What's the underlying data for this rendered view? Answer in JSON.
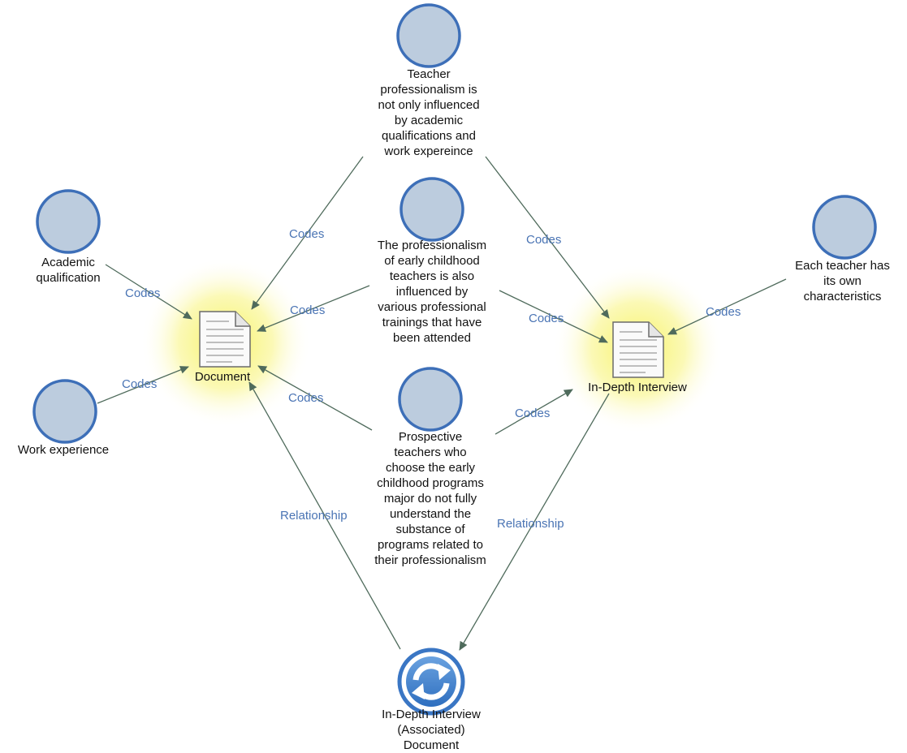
{
  "colors": {
    "circle_fill": "#bcccde",
    "circle_stroke": "#3d6fb8",
    "edge": "#4f6b5c",
    "edge_label": "#4a74b4",
    "glow": "#f6f25a"
  },
  "nodes": {
    "teacher_professionalism": "Teacher\nprofessionalism is\nnot only influenced\nby academic\nqualifications and\nwork expereince",
    "early_childhood_trainings": "The professionalism\nof early childhood\nteachers is also\ninfluenced by\nvarious professional\ntrainings that have\nbeen attended",
    "prospective_teachers": "Prospective\nteachers who\nchoose the early\nchildhood programs\nmajor do not fully\nunderstand the\nsubstance of\nprograms related to\ntheir professionalism",
    "academic_qualification": "Academic\nqualification",
    "work_experience": "Work experience",
    "each_teacher": "Each teacher has\nits own\ncharacteristics",
    "document": "Document",
    "in_depth_interview": "In-Depth Interview",
    "associated_document": "In-Depth Interview\n(Associated)\nDocument"
  },
  "edges": {
    "codes": "Codes",
    "relationship": "Relationship"
  }
}
